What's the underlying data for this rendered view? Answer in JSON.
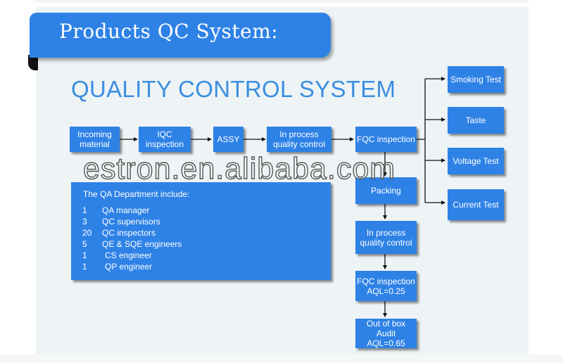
{
  "banner": {
    "title": "Products QC System:"
  },
  "main_title": "QUALITY CONTROL SYSTEM",
  "flow": {
    "incoming_material": "Incoming material",
    "iqc_inspection": "IQC inspection",
    "assy": "ASSY",
    "in_process_qc": "In process quality control",
    "fqc_inspection": "FQC inspection",
    "packing": "Packing",
    "in_process_qc_2": "In process quality control",
    "fqc_aql": "FQC inspection AQL=0.25",
    "out_of_box_audit": "Out of box Audit AQL=0.65"
  },
  "tests": {
    "smoking": "Smoking Test",
    "taste": "Taste",
    "voltage": "Voltage Test",
    "current": "Current Test"
  },
  "qa_department": {
    "title": "The QA Department include:",
    "staff": [
      {
        "count": "1",
        "role": "QA manager"
      },
      {
        "count": "3",
        "role": "QC supervisors"
      },
      {
        "count": "20",
        "role": "QC inspectors"
      },
      {
        "count": "5",
        "role": "QE & SQE engineers"
      },
      {
        "count": "1",
        "role": "CS engineer"
      },
      {
        "count": "1",
        "role": "QP engineer"
      }
    ]
  },
  "watermark": "estron.en.alibaba.com",
  "colors": {
    "box_blue": "#2e82e6",
    "title_blue": "#3b8ee0",
    "background": "#eef4f6"
  }
}
